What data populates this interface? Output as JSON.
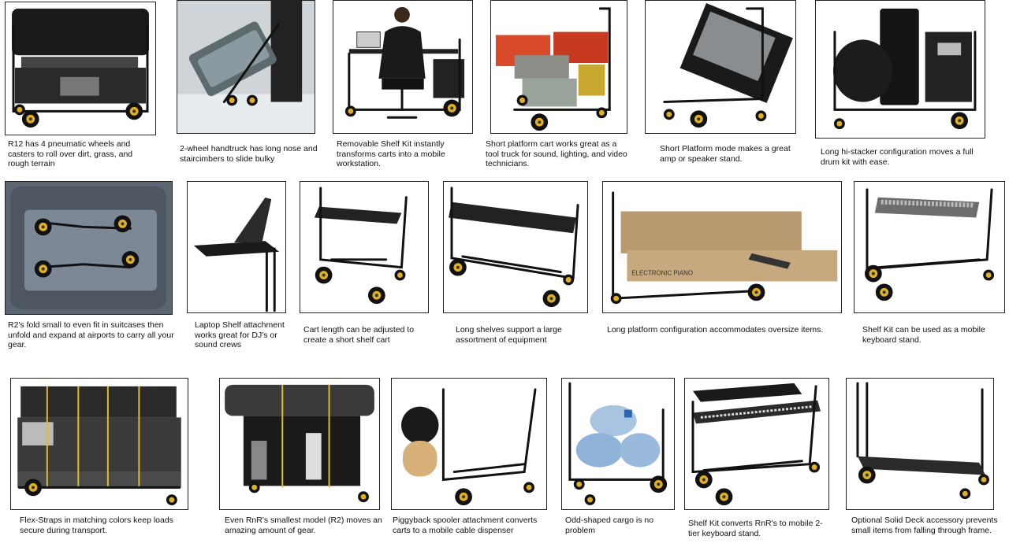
{
  "captions": {
    "r1c1": "R12 has 4 pneumatic wheels and casters to roll over dirt, grass, and rough terrain",
    "r1c2": "2-wheel handtruck has long nose and staircimbers  to slide bulky",
    "r1c3": "Removable Shelf Kit instantly transforms carts into a mobile workstation.",
    "r1c4": "Short platform cart works great as a tool truck for sound, lighting, and video technicians.",
    "r1c5": "Short Platform mode makes a great amp or speaker stand.",
    "r1c6": "Long hi-stacker configuration moves a full drum kit with ease.",
    "r2c1": "R2's fold small  to even fit in suitcases then unfold and expand at airports to carry all your gear.",
    "r2c2": "Laptop Shelf attachment works great for DJ's or sound crews",
    "r2c3": "Cart length can be adjusted to create a short shelf cart",
    "r2c4": "Long shelves support a large assortment of equipment",
    "r2c5": "Long platform configuration accommodates oversize items.",
    "r2c6": "Shelf Kit can be used as a mobile keyboard stand.",
    "r3c1": "Flex-Straps in matching colors keep loads secure during transport.",
    "r3c2": "Even RnR's smallest model (R2) moves an amazing amount of gear.",
    "r3c3": "Piggyback spooler attachment converts carts to a mobile cable dispenser",
    "r3c4": "Odd-shaped cargo is no problem",
    "r3c5": "Shelf Kit converts RnR's to mobile 2-tier keyboard stand.",
    "r3c6": "Optional Solid Deck accessory prevents small items from falling through frame."
  },
  "labels": {
    "box_print": "ELECTRONIC PIANO"
  }
}
